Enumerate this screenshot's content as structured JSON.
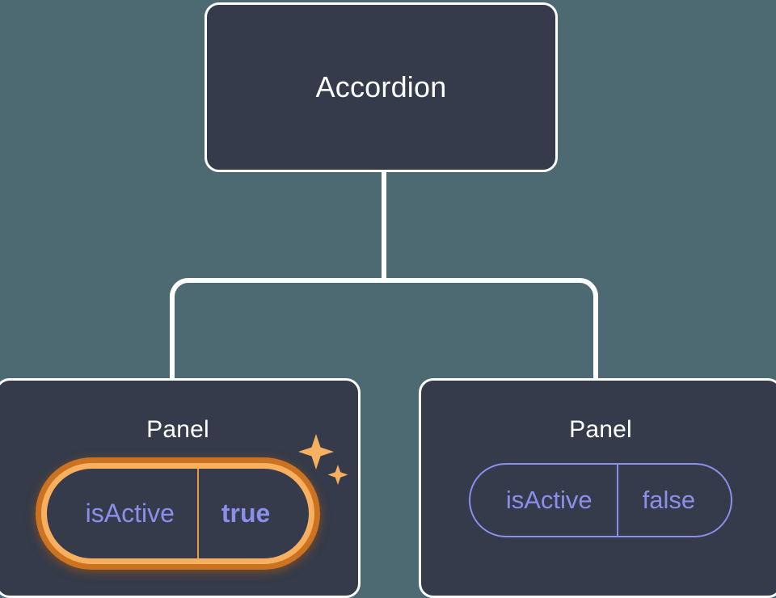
{
  "diagram": {
    "type": "component-tree",
    "background_color": "#4d6a73",
    "node_fill_color": "#353b4a",
    "node_border_color": "#ffffff",
    "connector_color": "#ffffff",
    "prop_color": "#8a8fec",
    "highlight_color": "#f7b05f",
    "highlight_glow_color": "#cb7320",
    "root": {
      "label": "Accordion"
    },
    "children": [
      {
        "label": "Panel",
        "prop": {
          "key": "isActive",
          "value": "true"
        },
        "highlighted": true,
        "sparkle_icon": "sparkles-icon"
      },
      {
        "label": "Panel",
        "prop": {
          "key": "isActive",
          "value": "false"
        },
        "highlighted": false
      }
    ]
  }
}
